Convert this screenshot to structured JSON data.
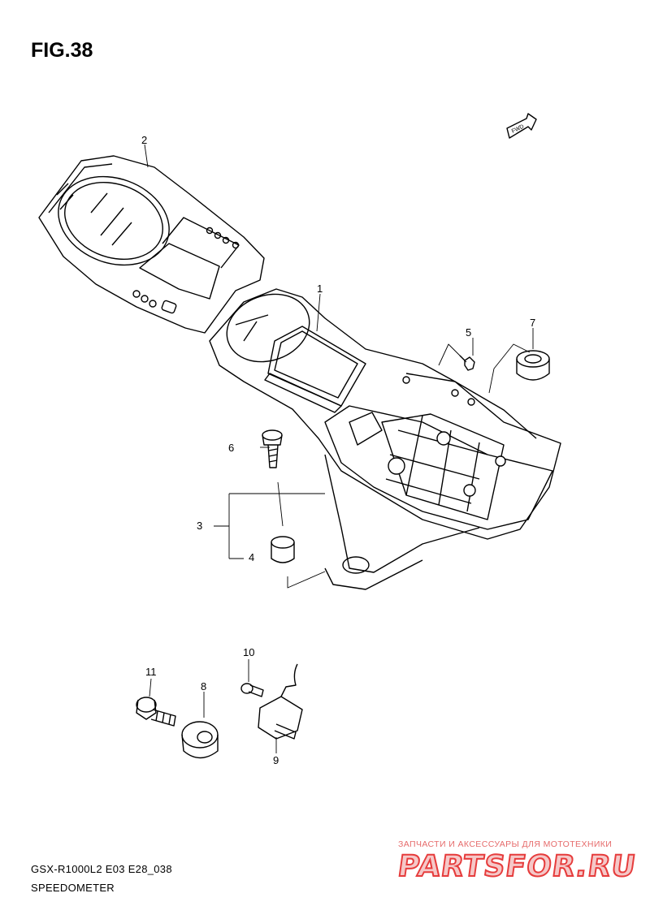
{
  "figure_title": "FIG.38",
  "direction_badge": "FWD",
  "parts": [
    {
      "number": "1"
    },
    {
      "number": "2"
    },
    {
      "number": "3"
    },
    {
      "number": "4"
    },
    {
      "number": "5"
    },
    {
      "number": "6"
    },
    {
      "number": "7"
    },
    {
      "number": "8"
    },
    {
      "number": "9"
    },
    {
      "number": "10"
    },
    {
      "number": "11"
    }
  ],
  "footer": {
    "model_code": "GSX-R1000L2 E03 E28_038",
    "section_name": "SPEEDOMETER"
  },
  "watermark": {
    "tagline": "ЗАПЧАСТИ И АКСЕССУАРЫ ДЛЯ МОТОТЕХНИКИ",
    "brand": "PARTSFOR.RU"
  }
}
